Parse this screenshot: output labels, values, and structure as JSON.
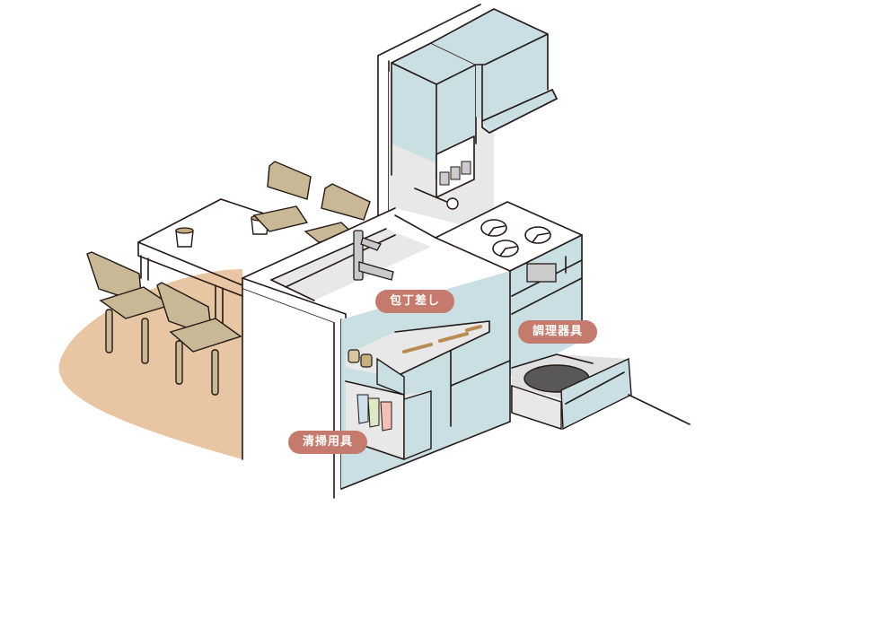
{
  "illustration": {
    "subject": "kitchen-island-storage",
    "labels": {
      "knife_rack": "包丁差し",
      "cookware": "調理器具",
      "cleaning_supplies": "清掃用具"
    },
    "colors": {
      "cabinet_blue": "#c9dfe4",
      "wall_gray": "#e8e8e8",
      "floor_rug": "#e8c5a3",
      "chair_beige": "#c8b896",
      "label_bg": "#c47a6c",
      "line": "#231815"
    }
  }
}
